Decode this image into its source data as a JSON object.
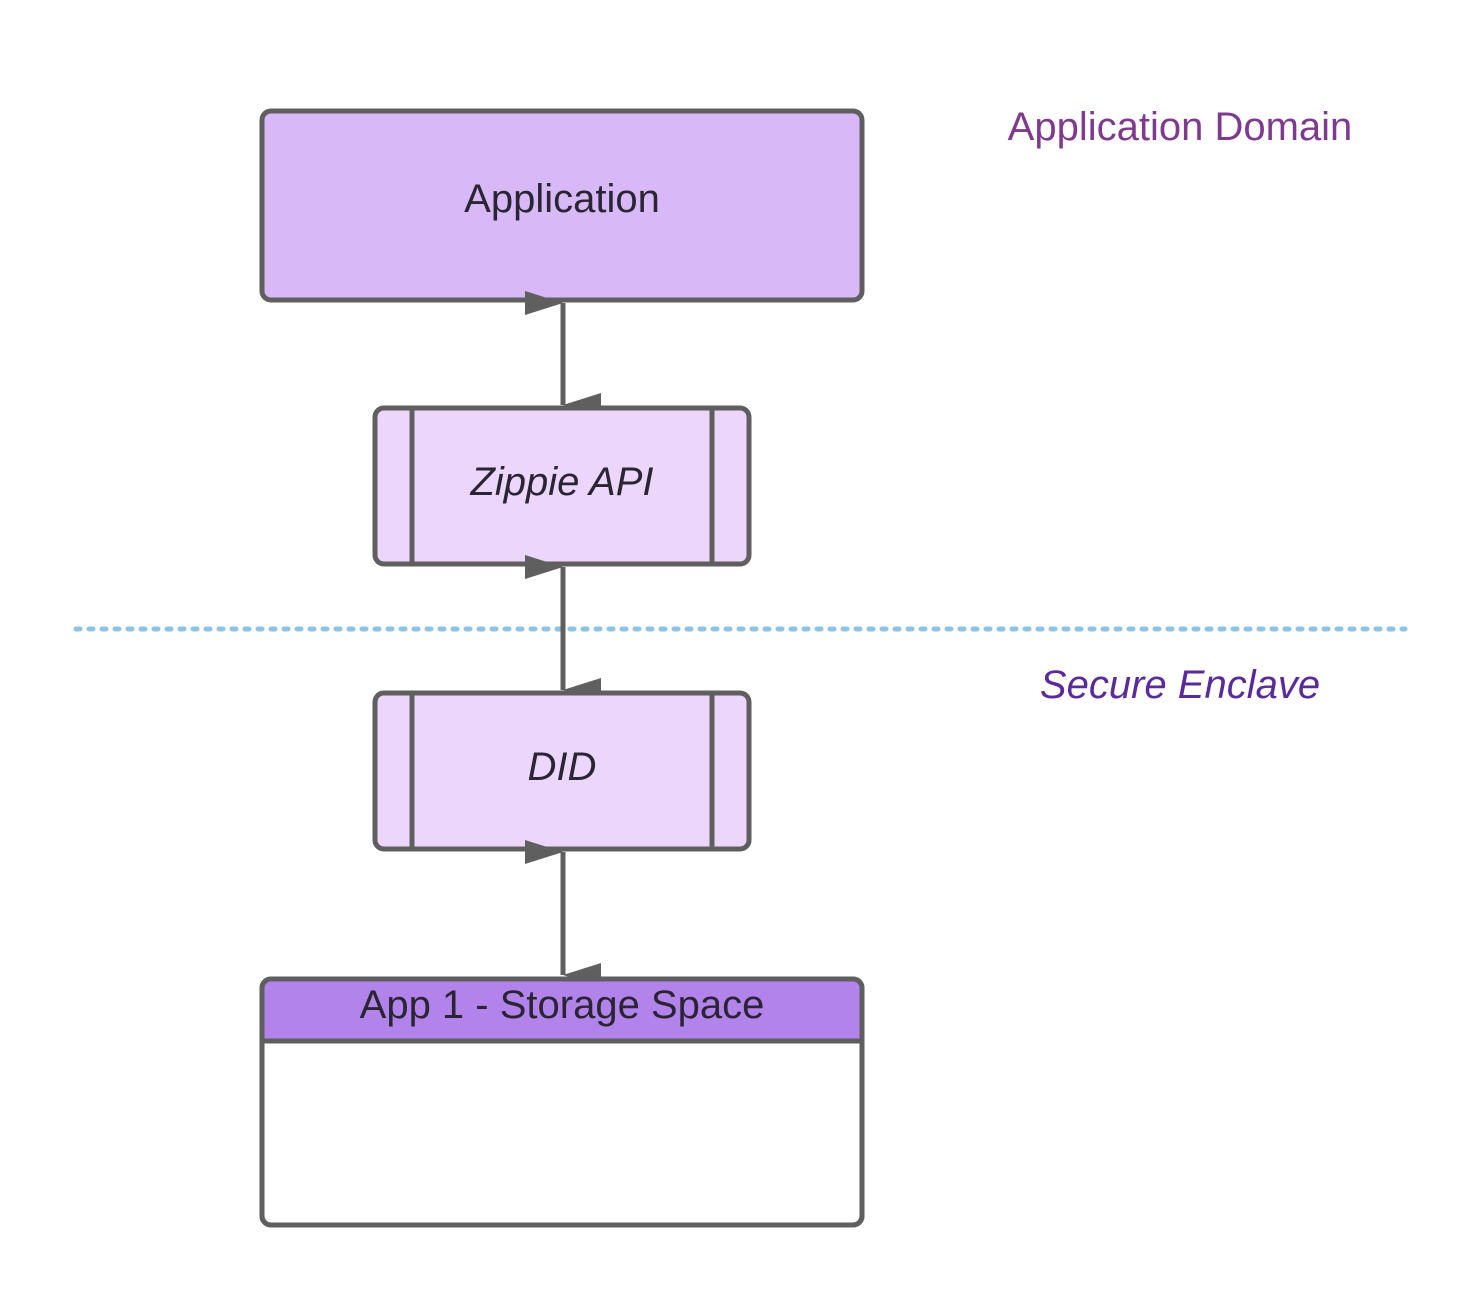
{
  "diagram": {
    "zones": {
      "application_domain": "Application Domain",
      "secure_enclave": "Secure Enclave"
    },
    "nodes": {
      "application": "Application",
      "zippie_api": "Zippie API",
      "did": "DID",
      "storage": "App 1 - Storage Space"
    },
    "edges": [
      {
        "from": "application",
        "to": "zippie_api",
        "direction": "both"
      },
      {
        "from": "zippie_api",
        "to": "did",
        "direction": "both"
      },
      {
        "from": "did",
        "to": "storage",
        "direction": "both"
      }
    ],
    "colors": {
      "application_fill": "#d9b8f7",
      "module_fill": "#edd6fc",
      "storage_header_fill": "#b283ea",
      "stroke": "#5f5f5f",
      "divider": "#8cc4e3",
      "application_domain_text": "#7e3a8e",
      "secure_enclave_text": "#5a2a9b"
    }
  }
}
